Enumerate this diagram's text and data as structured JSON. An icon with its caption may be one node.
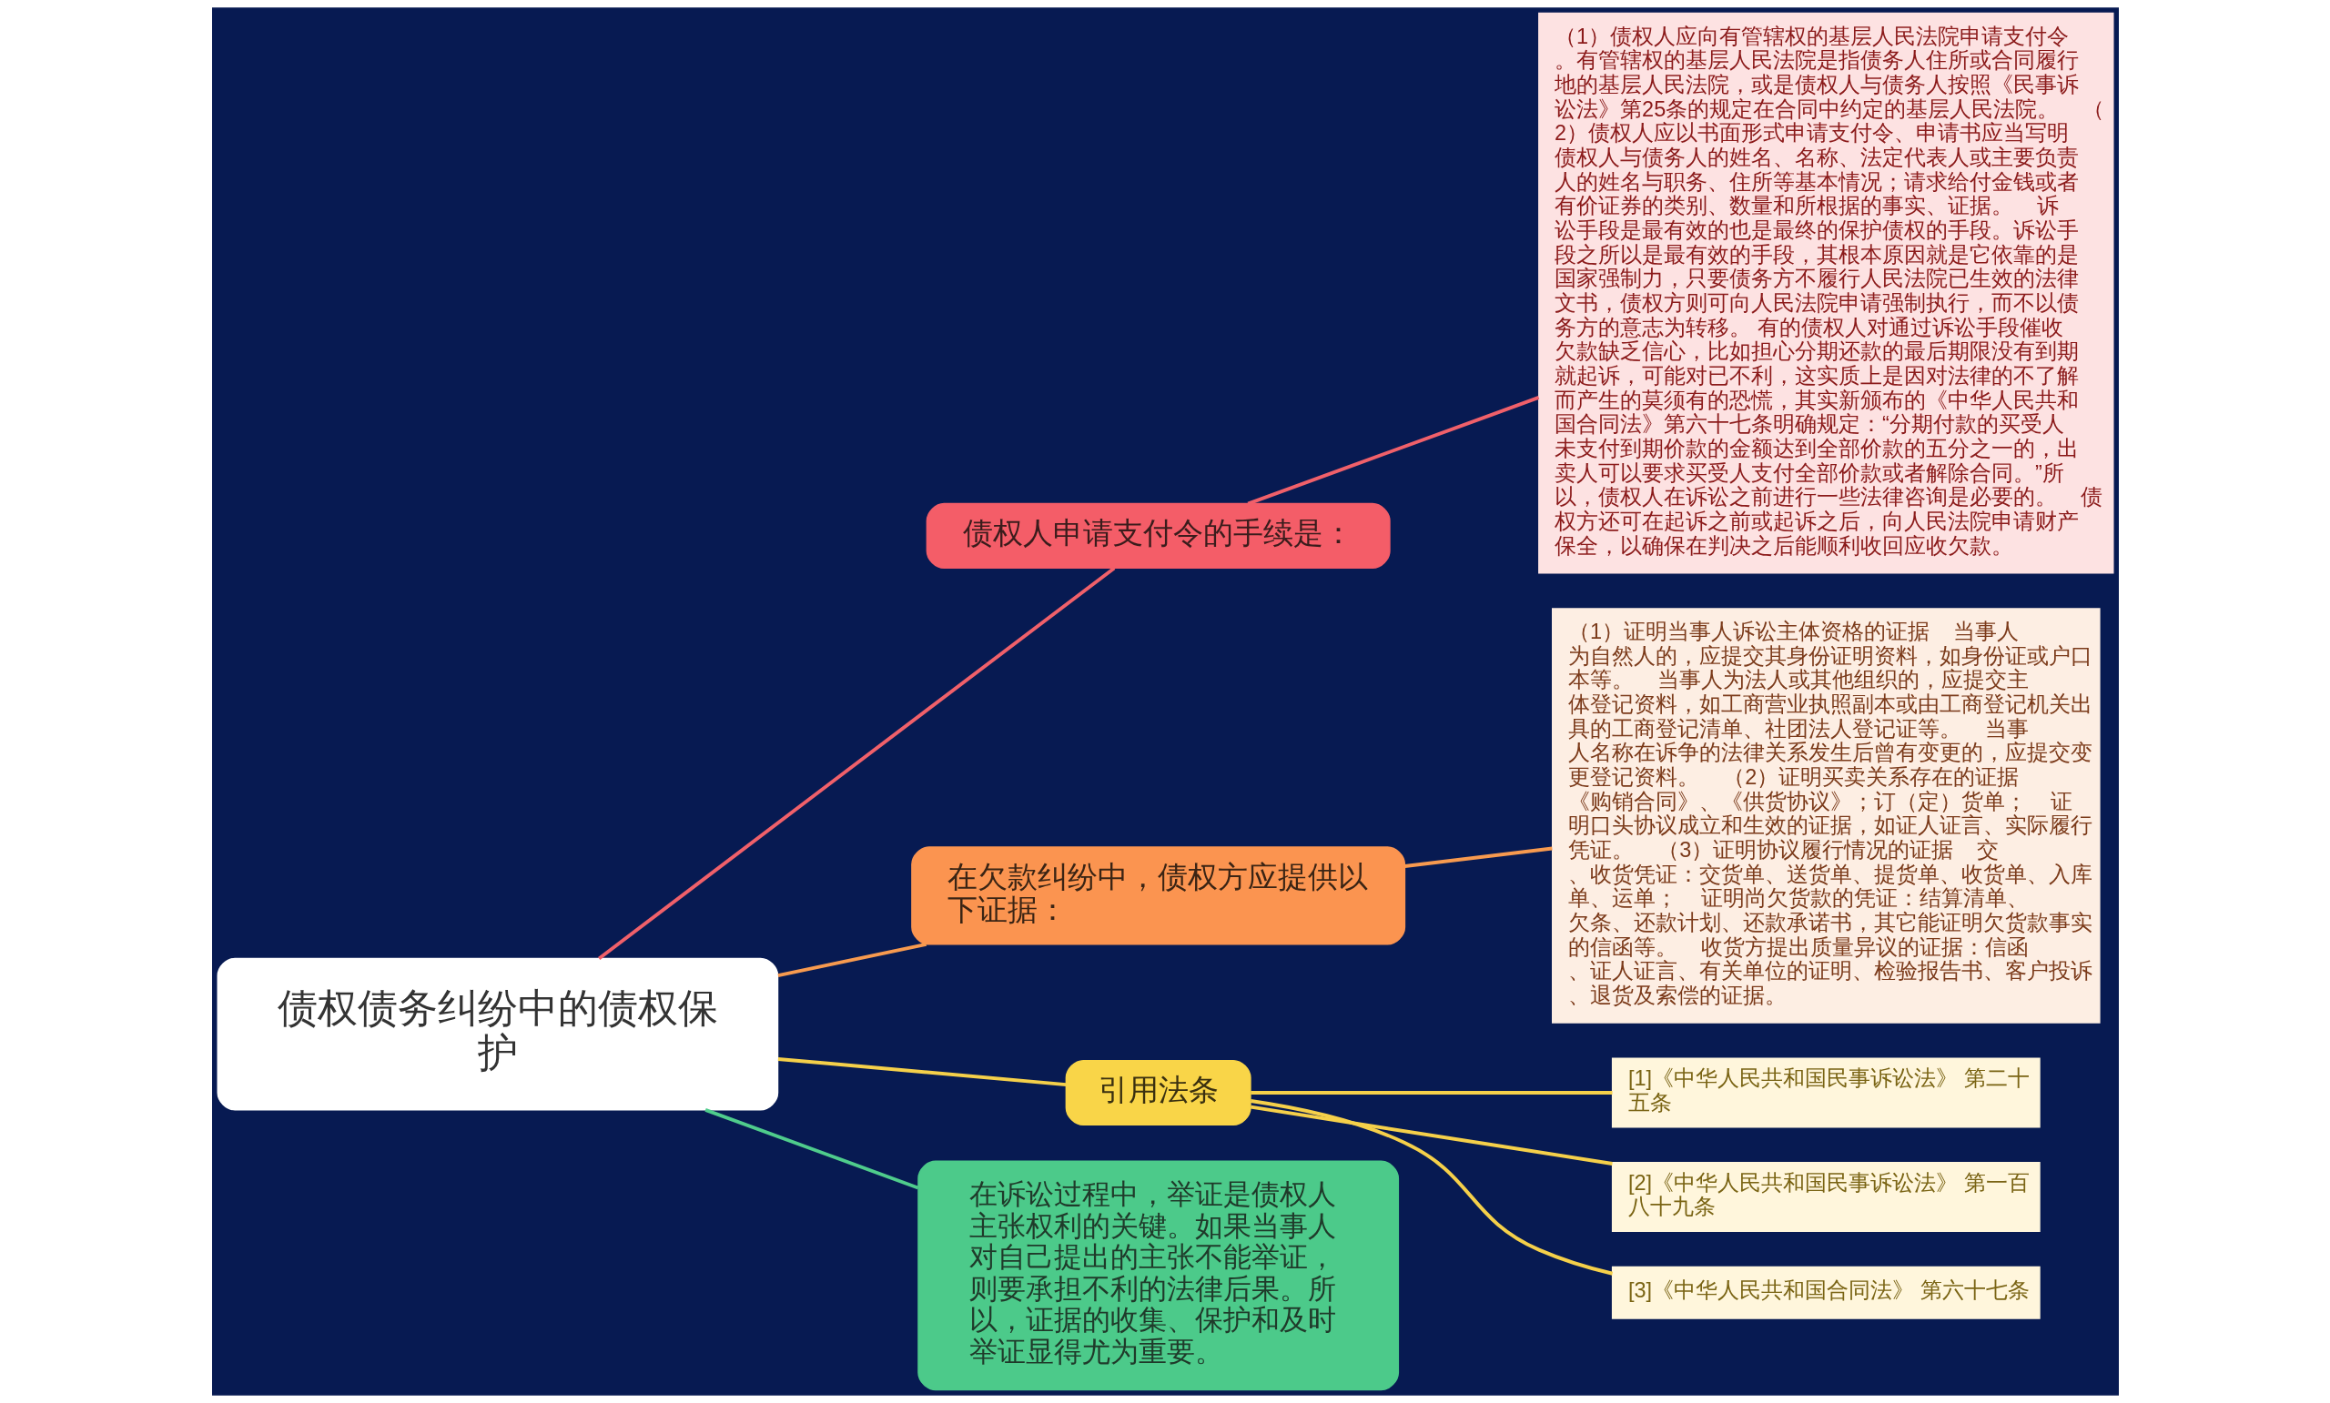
{
  "diagram": {
    "nodes": [
      {
        "text": [
          "债权债务纠纷中的债权保护"
        ]
      },
      {
        "text": [
          "债权人申请支付令的手续是："
        ]
      },
      {
        "text": [
          "（1）债权人应向有管辖权的基层人民法院申请支付令。有管辖权的基层人民法院是指债务人住所或合同履行地的基层人民法院，或是债权人与债务人按照《民事诉讼法》第25条的规定在合同中约定的基层人民法院。    （2）债权人应以书面形式申请支付令、申请书应当写明债权人与债务人的姓名、名称、法定代表人或主要负责人的姓名与职务、住所等基本情况；请求给付金钱或者有价证券的类别、数量和所根据的事实、证据。    诉讼手段是最有效的也是最终的保护债权的手段。诉讼手段之所以是最有效的手段，其根本原因就是它依靠的是国家强制力，只要债务方不履行人民法院已生效的法律文书，债权方则可向人民法院申请强制执行，而不以债务方的意志为转移。 有的债权人对通过诉讼手段催收欠款缺乏信心，比如担心分期还款的最后期限没有到期就起诉，可能对已不利，这实质上是因对法律的不了解而产生的莫须有的恐慌，其实新颁布的《中华人民共和国合同法》第六十七条明确规定：“分期付款的买受人未支付到期价款的金额达到全部价款的五分之一的，出卖人可以要求买受人支付全部价款或者解除合同。”所以，债权人在诉讼之前进行一些法律咨询是必要的。    债权方还可在起诉之前或起诉之后，向人民法院申请财产保全，以确保在判决之后能顺利收回应收欠款。"
        ]
      },
      {
        "text": [
          "在欠款纠纷中，债权方应提供以下证据："
        ]
      },
      {
        "text": [
          "（1）证明当事人诉讼主体资格的证据    当事人为自然人的，应提交其身份证明资料，如身份证或户口本等。    当事人为法人或其他组织的，应提交主体登记资料，如工商营业执照副本或由工商登记机关出具的工商登记清单、社团法人登记证等。    当事人名称在诉争的法律关系发生后曾有变更的，应提交变更登记资料。    （2）证明买卖关系存在的证据《购销合同》、《供货协议》；订（定）货单；    证明口头协议成立和生效的证据，如证人证言、实际履行凭证。    （3）证明协议履行情况的证据    交、收货凭证：交货单、送货单、提货单、收货单、入库单、运单；    证明尚欠货款的凭证：结算清单、欠条、还款计划、还款承诺书，其它能证明欠货款事实的信函等。    收货方提出质量异议的证据：信函、证人证言、有关单位的证明、检验报告书、客户投诉、退货及索偿的证据。"
        ]
      },
      {
        "text": [
          "引用法条"
        ]
      },
      {
        "text": [
          "[1]《中华人民共和国民事诉讼法》 第二十五条"
        ]
      },
      {
        "text": [
          "[2]《中华人民共和国民事诉讼法》 第一百八十九条"
        ]
      },
      {
        "text": [
          "[3]《中华人民共和国合同法》 第六十七条"
        ]
      },
      {
        "text": [
          "在诉讼过程中，举证是债权人主张权利的关键。如果当事人对自己提出的主张不能举证，则要承担不利的法律后果。所以，证据的收集、保护和及时举证显得尤为重要。"
        ]
      }
    ],
    "edges": [
      {
        "from": 0,
        "to": 1,
        "arrow": "none",
        "color": "#f0606a"
      },
      {
        "from": 1,
        "to": 2,
        "arrow": "none",
        "color": "#f0606a"
      },
      {
        "from": 0,
        "to": 3,
        "arrow": "none",
        "color": "#f79a4f"
      },
      {
        "from": 3,
        "to": 4,
        "arrow": "none",
        "color": "#f79a4f"
      },
      {
        "from": 0,
        "to": 5,
        "arrow": "none"
      },
      {
        "from": 5,
        "to": 6,
        "arrow": "none"
      },
      {
        "from": 5,
        "to": 7,
        "arrow": "none"
      },
      {
        "from": 5,
        "to": 8,
        "arrow": "none"
      },
      {
        "from": 0,
        "to": 9,
        "arrow": "none",
        "color": "#4fcc8c"
      }
    ]
  }
}
